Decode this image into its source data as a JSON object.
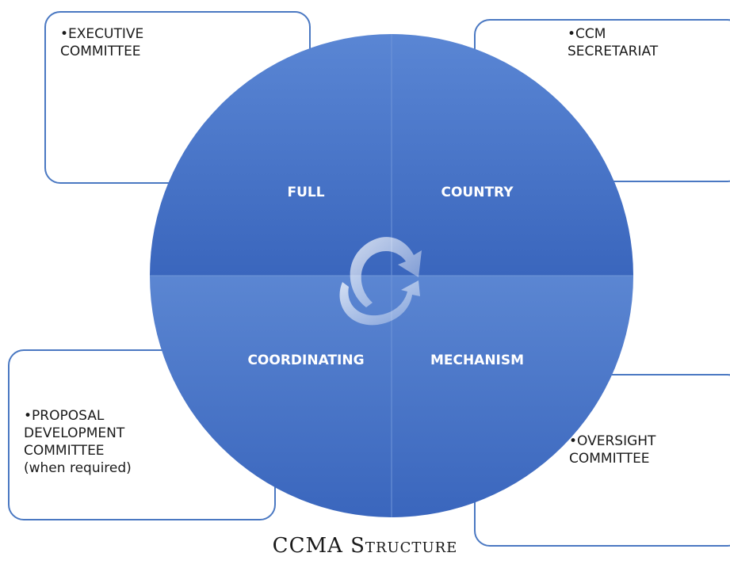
{
  "boxes": {
    "top_left": [
      "•EXECUTIVE",
      "COMMITTEE"
    ],
    "top_right": [
      "•CCM",
      "SECRETARIAT"
    ],
    "bottom_left": [
      "•PROPOSAL",
      "DEVELOPMENT",
      "COMMITTEE",
      "(when required)"
    ],
    "bottom_right": [
      "•OVERSIGHT",
      "COMMITTEE"
    ]
  },
  "circle": {
    "segments": [
      "FULL",
      "COUNTRY",
      "COORDINATING",
      "MECHANISM"
    ],
    "icon": "cycle-arrows-icon"
  },
  "caption": "CCMA Structure",
  "colors": {
    "circle_fill": "#3f6cc4",
    "box_border": "#4a78c2"
  }
}
